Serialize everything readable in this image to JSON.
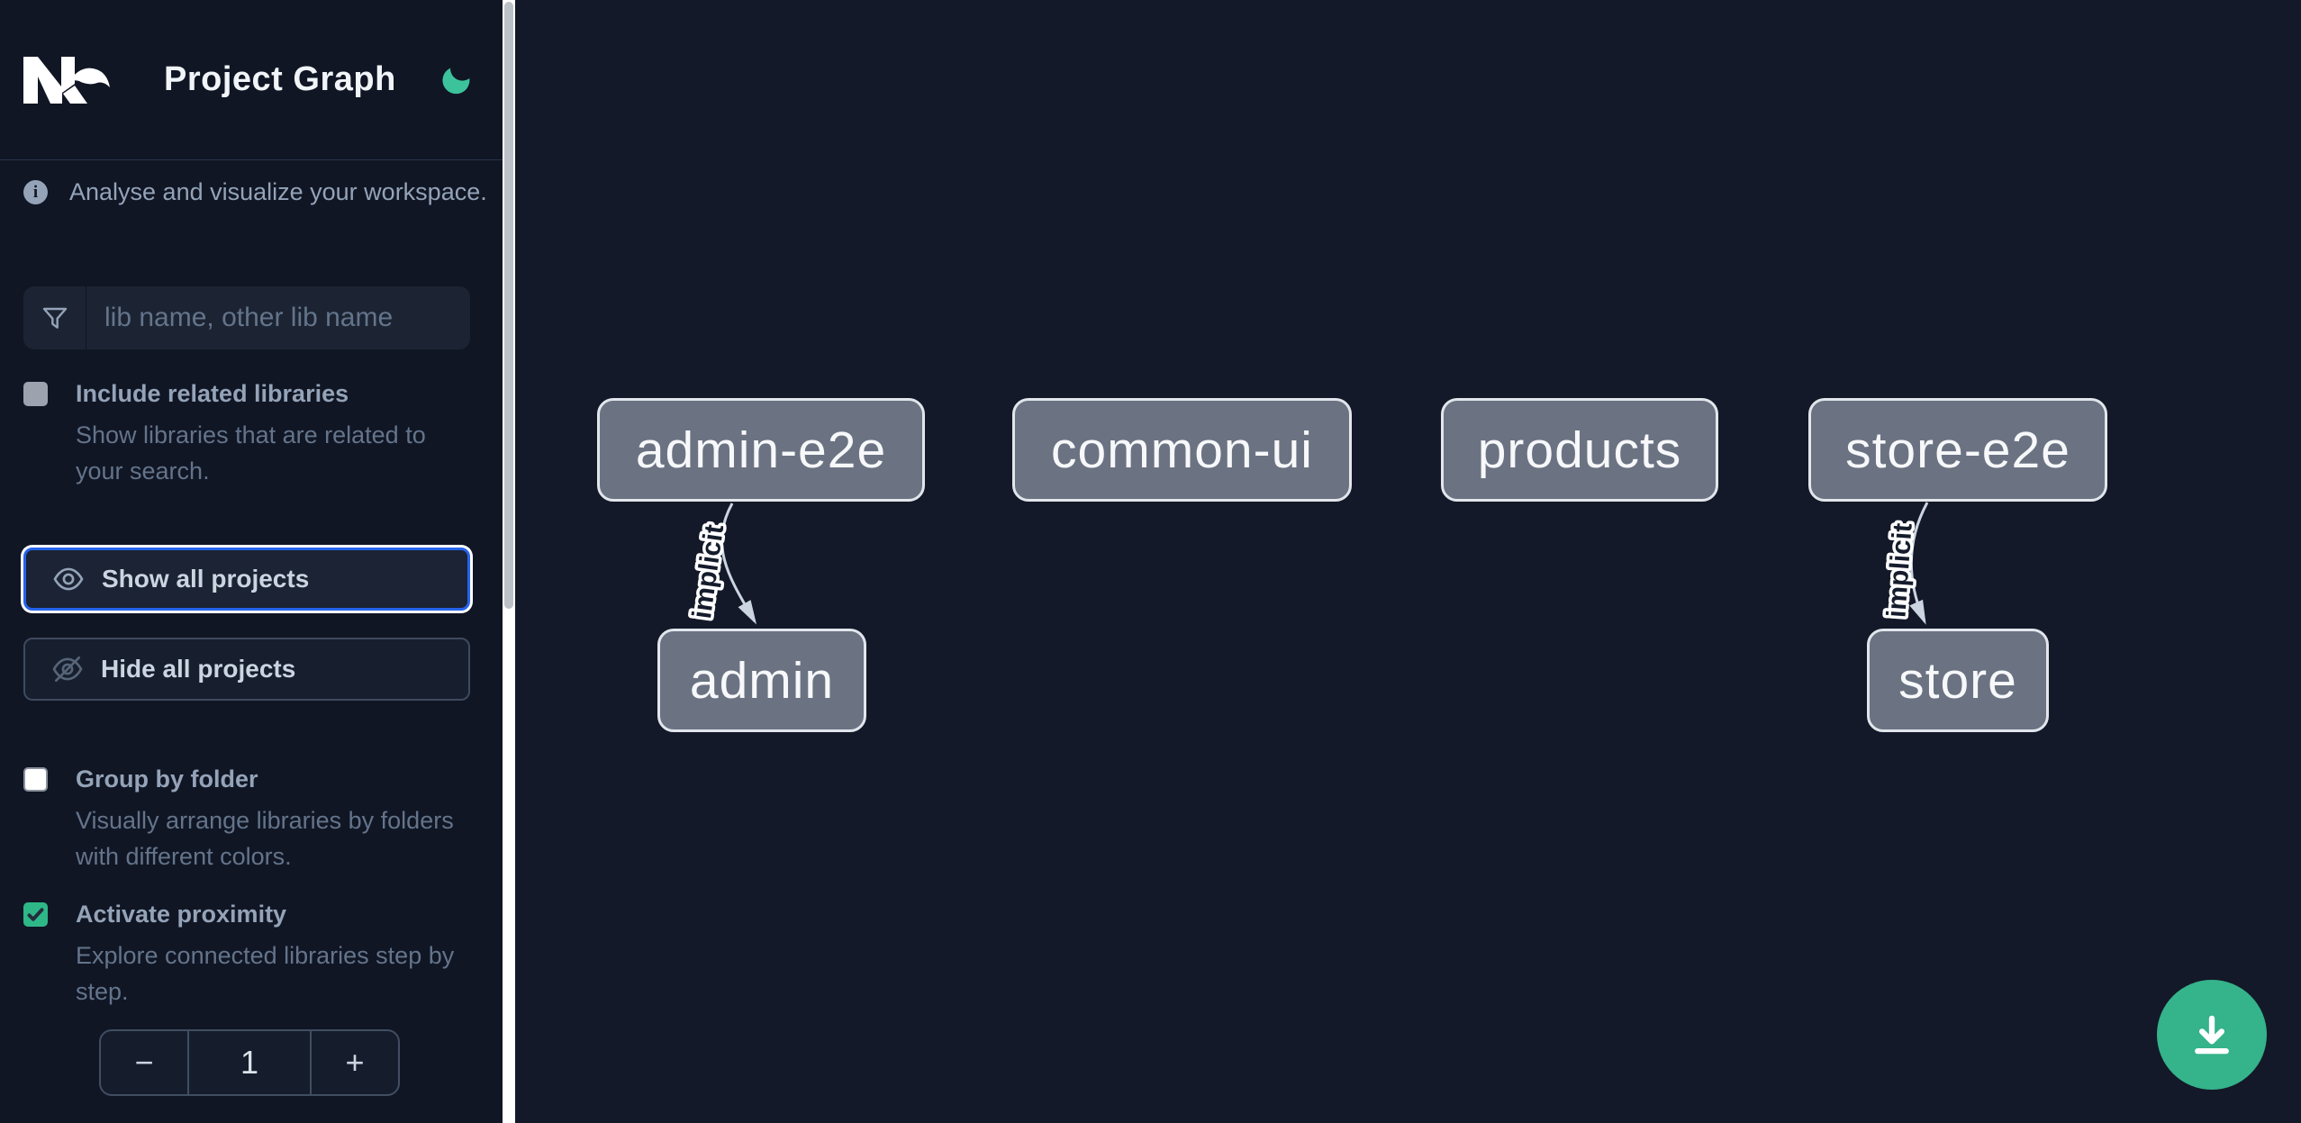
{
  "app": {
    "title": "Project Graph",
    "logo_name": "nx-logo",
    "theme_icon": "moon-icon"
  },
  "sidebar": {
    "info_text": "Analyse and visualize your workspace.",
    "search": {
      "placeholder": "lib name, other lib name",
      "value": ""
    },
    "toggles": [
      {
        "label": "Include related libraries",
        "description": "Show libraries that are related to your search.",
        "checked": false,
        "disabled": true
      },
      {
        "label": "Group by folder",
        "description": "Visually arrange libraries by folders with different colors.",
        "checked": false,
        "disabled": false
      },
      {
        "label": "Activate proximity",
        "description": "Explore connected libraries step by step.",
        "checked": true,
        "disabled": false
      }
    ],
    "buttons": {
      "show_all": "Show all projects",
      "hide_all": "Hide all projects"
    },
    "stepper": {
      "decrement": "−",
      "value": "1",
      "increment": "+"
    }
  },
  "graph": {
    "nodes": [
      {
        "label": "admin-e2e"
      },
      {
        "label": "common-ui"
      },
      {
        "label": "products"
      },
      {
        "label": "store-e2e"
      },
      {
        "label": "admin"
      },
      {
        "label": "store"
      }
    ],
    "edges": [
      {
        "from": "admin-e2e",
        "to": "admin",
        "label": "implicit",
        "type": "implicit"
      },
      {
        "from": "store-e2e",
        "to": "store",
        "label": "implicit",
        "type": "implicit"
      }
    ]
  },
  "fab": {
    "icon": "download-icon"
  },
  "colors": {
    "sidebar_bg": "#101624",
    "canvas_bg": "#131928",
    "accent_blue": "#2563eb",
    "accent_green": "#35b38b",
    "checkbox_green": "#2eb888",
    "moon_green": "#3cc39c",
    "node_fill": "#6b7383",
    "node_border": "#e2e6ec",
    "edge_color": "#cbd5e1",
    "text_slate": "#94a3b8",
    "text_dim": "#64748b",
    "text_bright": "#cbd5e1"
  }
}
